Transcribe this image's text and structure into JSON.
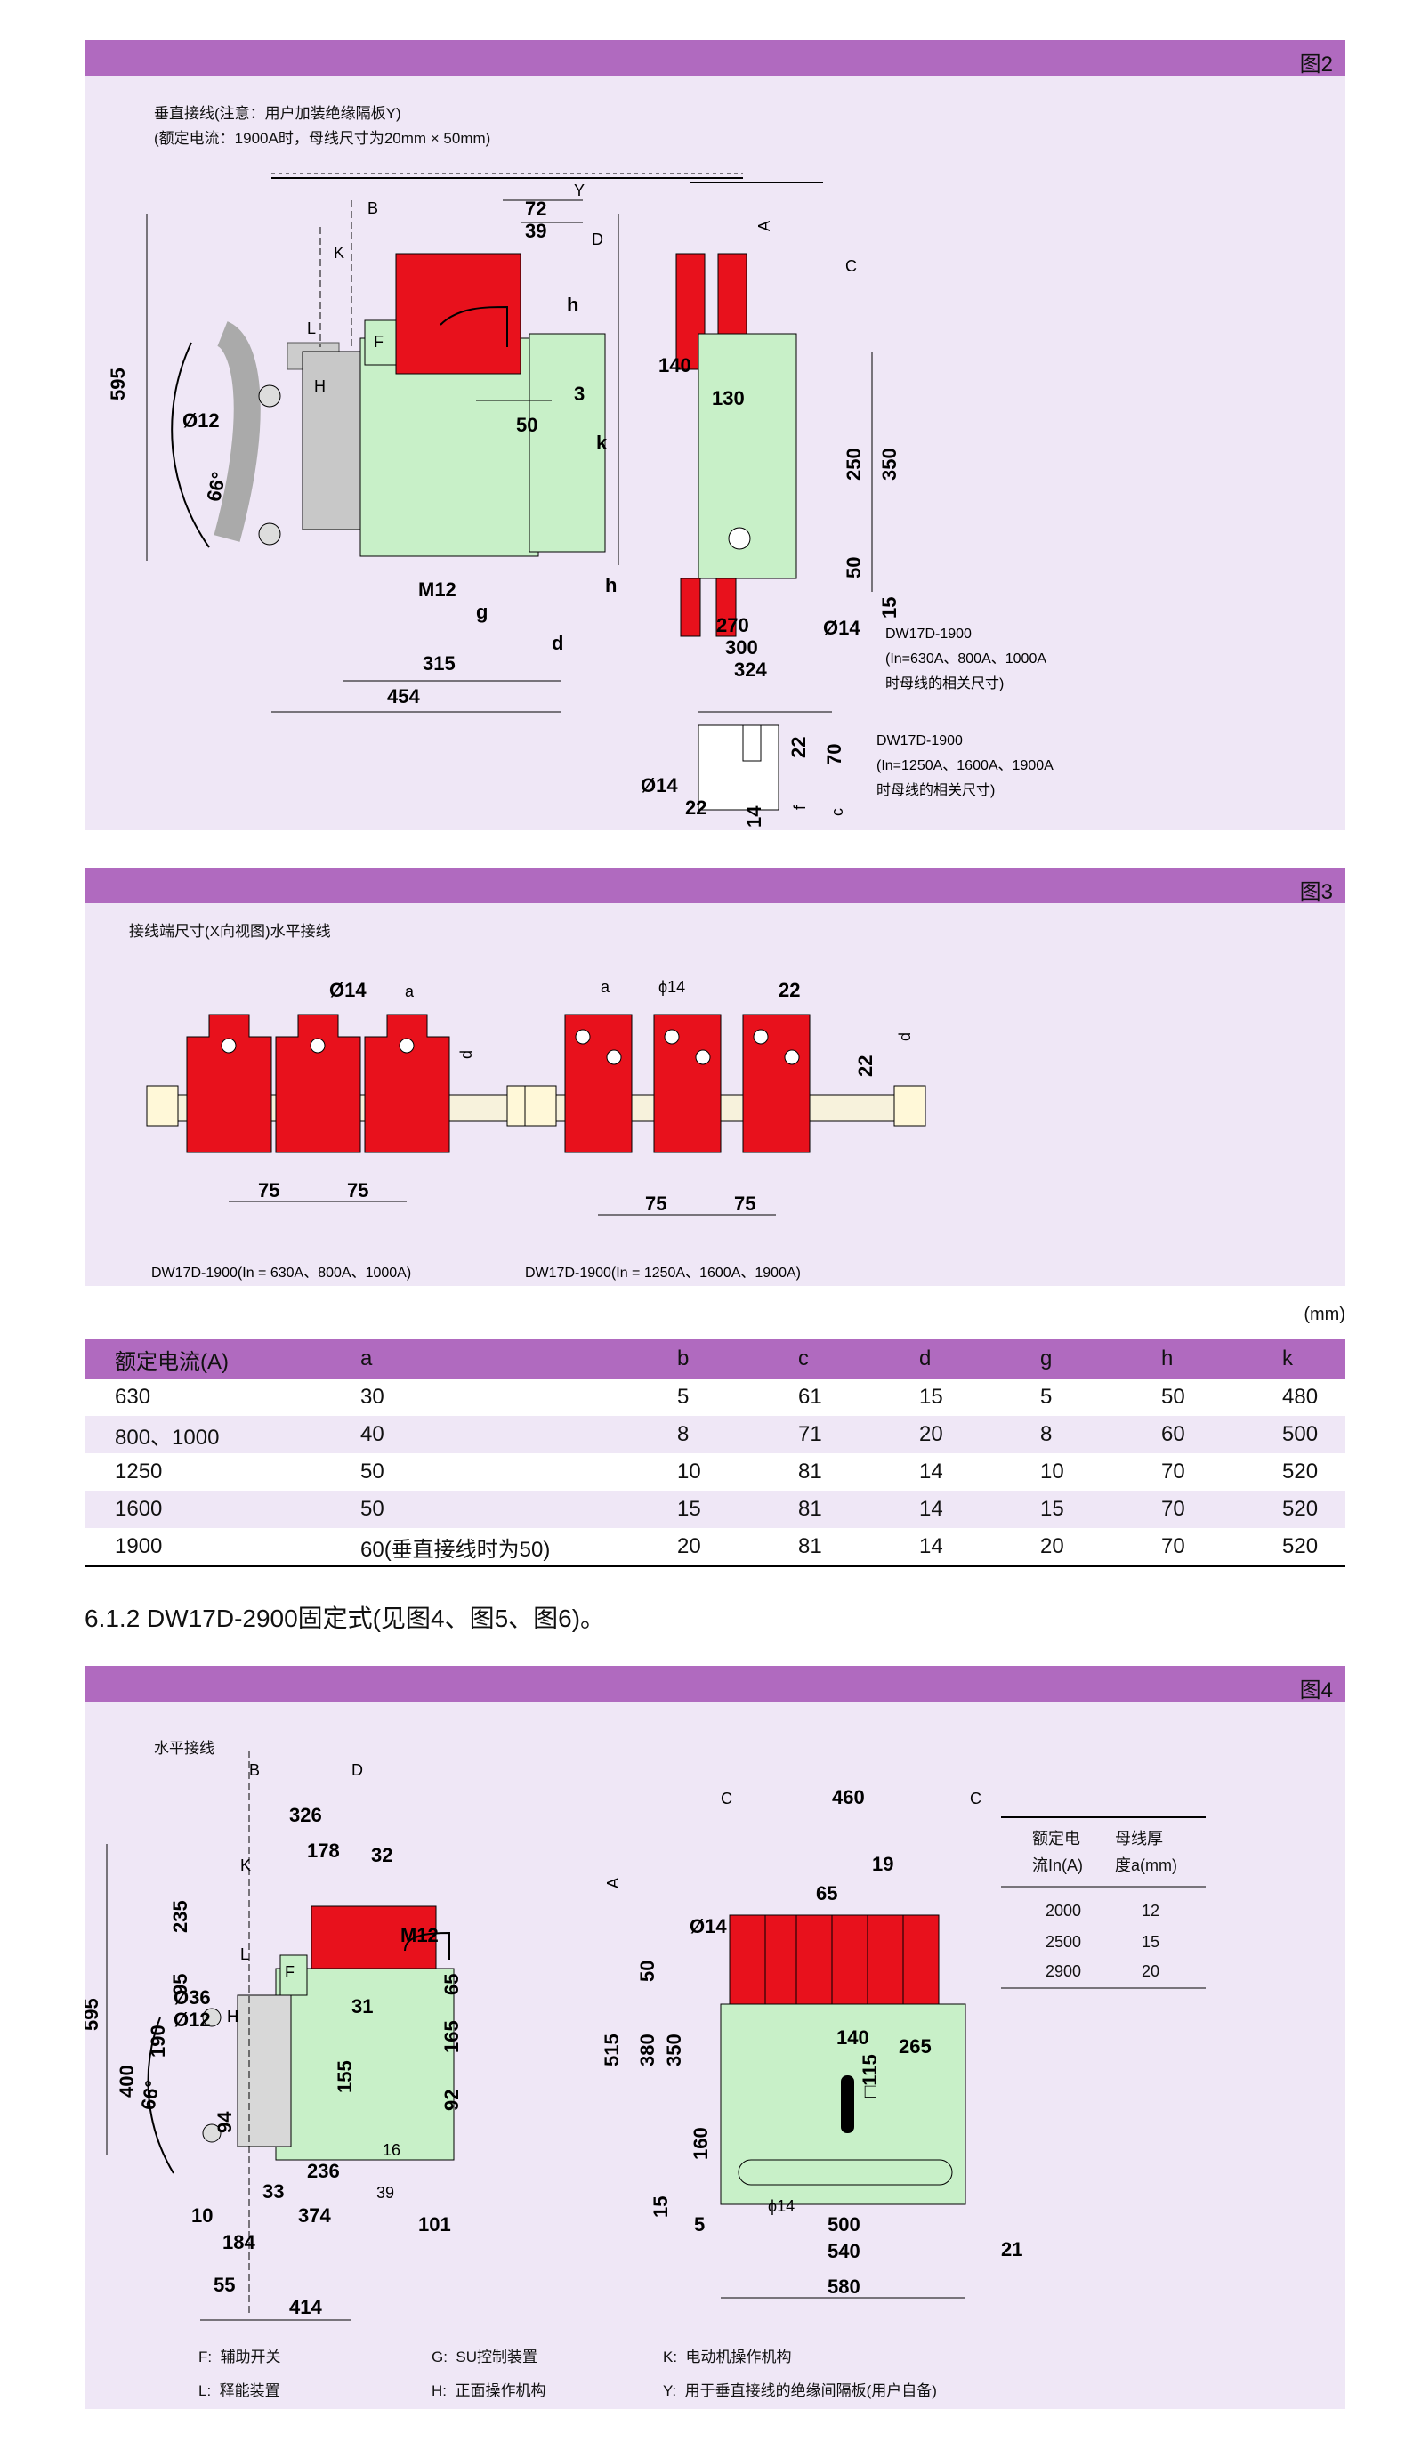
{
  "fig2": {
    "label": "图2",
    "note1": "垂直接线(注意：用户加装绝缘隔板Y)",
    "note2": "(额定电流：1900A时，母线尺寸为20mm × 50mm)",
    "dims": {
      "d595": "595",
      "d72": "72",
      "d39": "39",
      "d3": "3",
      "d50": "50",
      "dk": "k",
      "dh": "h",
      "dh2": "h",
      "dd": "d",
      "dg": "g",
      "d315": "315",
      "d454": "454",
      "d66": "66°",
      "dphi12": "Ø12",
      "m12": "M12",
      "B": "B",
      "K": "K",
      "L": "L",
      "H": "H",
      "F": "F",
      "Y": "Y",
      "D": "D",
      "A": "A",
      "C": "C",
      "d140": "140",
      "d130": "130",
      "d250": "250",
      "d350": "350",
      "d50b": "50",
      "d15": "15",
      "d270": "270",
      "d300": "300",
      "d324": "324",
      "dphi14": "Ø14",
      "d22": "22",
      "d70": "70",
      "dphi14b": "Ø14",
      "d22b": "22",
      "d14": "14",
      "df": "f",
      "dc": "c"
    },
    "model1": "DW17D-1900",
    "model1_line2": "(In=630A、800A、1000A",
    "model1_line3": "时母线的相关尺寸)",
    "model2": "DW17D-1900",
    "model2_line2": "(In=1250A、1600A、1900A",
    "model2_line3": "时母线的相关尺寸)"
  },
  "fig3": {
    "label": "图3",
    "note": "接线端尺寸(X向视图)水平接线",
    "caption_left": "DW17D-1900(In = 630A、800A、1000A)",
    "caption_right": "DW17D-1900(In = 1250A、1600A、1900A)",
    "dims": {
      "phi14": "Ø14",
      "a": "a",
      "d": "d",
      "d75": "75",
      "phi14b": "ϕ14",
      "a2": "a",
      "d22": "22",
      "d22b": "22",
      "d2": "d"
    }
  },
  "table": {
    "unit": "(mm)",
    "headers": [
      "额定电流(A)",
      "a",
      "b",
      "c",
      "d",
      "g",
      "h",
      "k"
    ],
    "rows": [
      [
        "630",
        "30",
        "5",
        "61",
        "15",
        "5",
        "50",
        "480"
      ],
      [
        "800、1000",
        "40",
        "8",
        "71",
        "20",
        "8",
        "60",
        "500"
      ],
      [
        "1250",
        "50",
        "10",
        "81",
        "14",
        "10",
        "70",
        "520"
      ],
      [
        "1600",
        "50",
        "15",
        "81",
        "14",
        "15",
        "70",
        "520"
      ],
      [
        "1900",
        "60(垂直接线时为50)",
        "20",
        "81",
        "14",
        "20",
        "70",
        "520"
      ]
    ]
  },
  "section_title": "6.1.2 DW17D-2900固定式(见图4、图5、图6)。",
  "fig4": {
    "label": "图4",
    "note": "水平接线",
    "dims": {
      "B": "B",
      "D": "D",
      "d326": "326",
      "d178": "178",
      "d32": "32",
      "K": "K",
      "d235": "235",
      "d595": "595",
      "d95": "95",
      "L": "L",
      "H": "H",
      "F": "F",
      "M12": "M12",
      "d190": "190",
      "d400": "400",
      "d66": "66°",
      "dphi36": "Ø36",
      "dphi12": "Ø12",
      "d31": "31",
      "d155": "155",
      "d165": "165",
      "d65": "65",
      "d92": "92",
      "d94": "94",
      "d16": "16",
      "d236": "236",
      "d33": "33",
      "d39": "39",
      "d10": "10",
      "d374": "374",
      "d101": "101",
      "d184": "184",
      "d55": "55",
      "d414": "414",
      "C": "C",
      "C2": "C",
      "d460": "460",
      "d19": "19",
      "d65b": "65",
      "A": "A",
      "dphi14": "Ø14",
      "d50": "50",
      "d515": "515",
      "d380": "380",
      "d350": "350",
      "d140": "140",
      "d265": "265",
      "d115": "□115",
      "d160": "160",
      "d15": "15",
      "d5": "5",
      "dphi14b": "ϕ14",
      "d500": "500",
      "d540": "540",
      "d21": "21",
      "d580": "580"
    },
    "mini_table": {
      "header1": "额定电",
      "header1b": "流In(A)",
      "header2": "母线厚",
      "header2b": "度a(mm)",
      "rows": [
        [
          "2000",
          "12"
        ],
        [
          "2500",
          "15"
        ],
        [
          "2900",
          "20"
        ]
      ]
    },
    "legend": [
      {
        "key": "F:",
        "text": "辅助开关"
      },
      {
        "key": "G:",
        "text": "SU控制装置"
      },
      {
        "key": "K:",
        "text": "电动机操作机构"
      },
      {
        "key": "L:",
        "text": "释能装置"
      },
      {
        "key": "H:",
        "text": "正面操作机构"
      },
      {
        "key": "Y:",
        "text": "用于垂直接线的绝缘间隔板(用户自备)"
      }
    ]
  }
}
